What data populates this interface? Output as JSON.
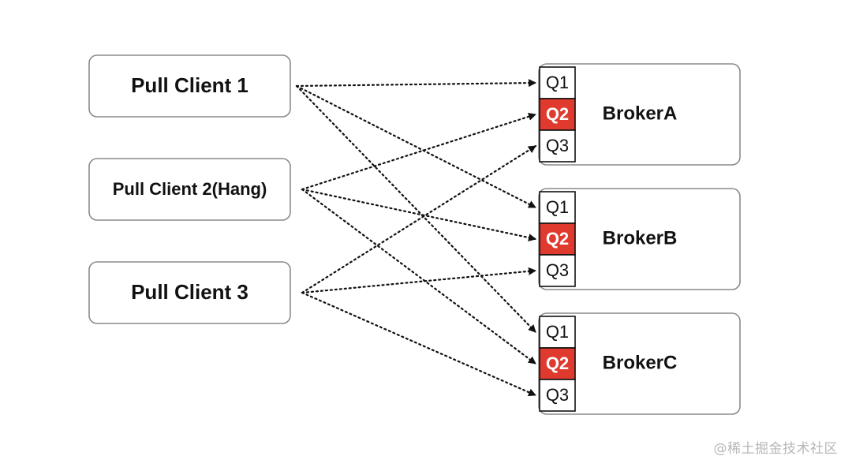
{
  "clients": [
    {
      "id": "c1",
      "label": "Pull Client 1"
    },
    {
      "id": "c2",
      "label": "Pull Client 2(Hang)"
    },
    {
      "id": "c3",
      "label": "Pull Client 3"
    }
  ],
  "brokers": [
    {
      "id": "A",
      "label": "BrokerA",
      "queues": [
        {
          "label": "Q1",
          "highlight": false
        },
        {
          "label": "Q2",
          "highlight": true
        },
        {
          "label": "Q3",
          "highlight": false
        }
      ]
    },
    {
      "id": "B",
      "label": "BrokerB",
      "queues": [
        {
          "label": "Q1",
          "highlight": false
        },
        {
          "label": "Q2",
          "highlight": true
        },
        {
          "label": "Q3",
          "highlight": false
        }
      ]
    },
    {
      "id": "C",
      "label": "BrokerC",
      "queues": [
        {
          "label": "Q1",
          "highlight": false
        },
        {
          "label": "Q2",
          "highlight": true
        },
        {
          "label": "Q3",
          "highlight": false
        }
      ]
    }
  ],
  "connections": [
    {
      "from": "c1",
      "broker": "A",
      "queue": "Q1"
    },
    {
      "from": "c1",
      "broker": "B",
      "queue": "Q1"
    },
    {
      "from": "c1",
      "broker": "C",
      "queue": "Q1"
    },
    {
      "from": "c2",
      "broker": "A",
      "queue": "Q2"
    },
    {
      "from": "c2",
      "broker": "B",
      "queue": "Q2"
    },
    {
      "from": "c2",
      "broker": "C",
      "queue": "Q2"
    },
    {
      "from": "c3",
      "broker": "A",
      "queue": "Q3"
    },
    {
      "from": "c3",
      "broker": "B",
      "queue": "Q3"
    },
    {
      "from": "c3",
      "broker": "C",
      "queue": "Q3"
    }
  ],
  "colors": {
    "highlight": "#e03a2f",
    "highlight_text": "#ffffff",
    "queue_text": "#111111",
    "box_border": "#8a8a8a",
    "line": "#111111",
    "watermark": "#b7b7b7"
  },
  "watermark": "@稀土掘金技术社区"
}
